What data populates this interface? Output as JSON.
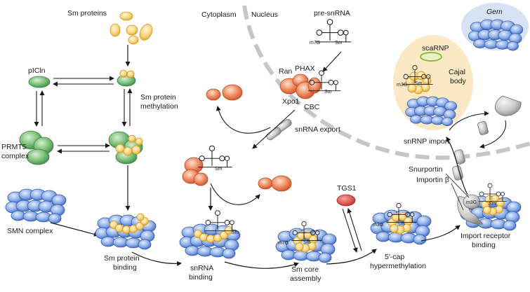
{
  "labels": {
    "sm_proteins": "Sm proteins",
    "cytoplasm": "Cytoplasm",
    "nucleus": "Nucleus",
    "pre_snrna": "pre-snRNA",
    "gem": "Gem",
    "picln": "pICln",
    "sm_protein_methylation_1": "Sm protein",
    "sm_protein_methylation_2": "methylation",
    "prmt5_1": "PRMT5",
    "prmt5_2": "complex",
    "ran": "Ran",
    "phax": "PHAX",
    "xpo1": "Xpo1",
    "cbc": "CBC",
    "snrna_export": "snRNA export",
    "scarnp": "scaRNP",
    "cajal_1": "Cajal",
    "cajal_2": "body",
    "snrnp_import": "snRNP import",
    "smn_complex": "SMN complex",
    "snurportin": "Snurportin",
    "importin_beta": "Importin β",
    "tgs1": "TGS1",
    "sm_protein_binding_1": "Sm protein",
    "sm_protein_binding_2": "binding",
    "snrna_binding_1": "snRNA",
    "snrna_binding_2": "binding",
    "sm_core_assembly_1": "Sm core",
    "sm_core_assembly_2": "assembly",
    "cap_hyper_1": "5′-cap",
    "cap_hyper_2": "hypermethylation",
    "import_receptor_1": "Import receptor",
    "import_receptor_2": "binding",
    "sm": "Sm",
    "m7g": "m7G",
    "m3g": "m3G"
  },
  "colors": {
    "sm_yellow": "#f7cf6c",
    "sm_yellow_stroke": "#d99a1c",
    "green": "#4fa25a",
    "green_light": "#9fd39a",
    "orange": "#ea7042",
    "orange_light": "#f6b08f",
    "blue": "#5b83d2",
    "blue_light": "#c3d4f2",
    "red": "#d8413a",
    "cajal_fill": "#fbe8c5",
    "gem_fill": "#d6e1f4",
    "envelope": "#c4c4c4"
  }
}
